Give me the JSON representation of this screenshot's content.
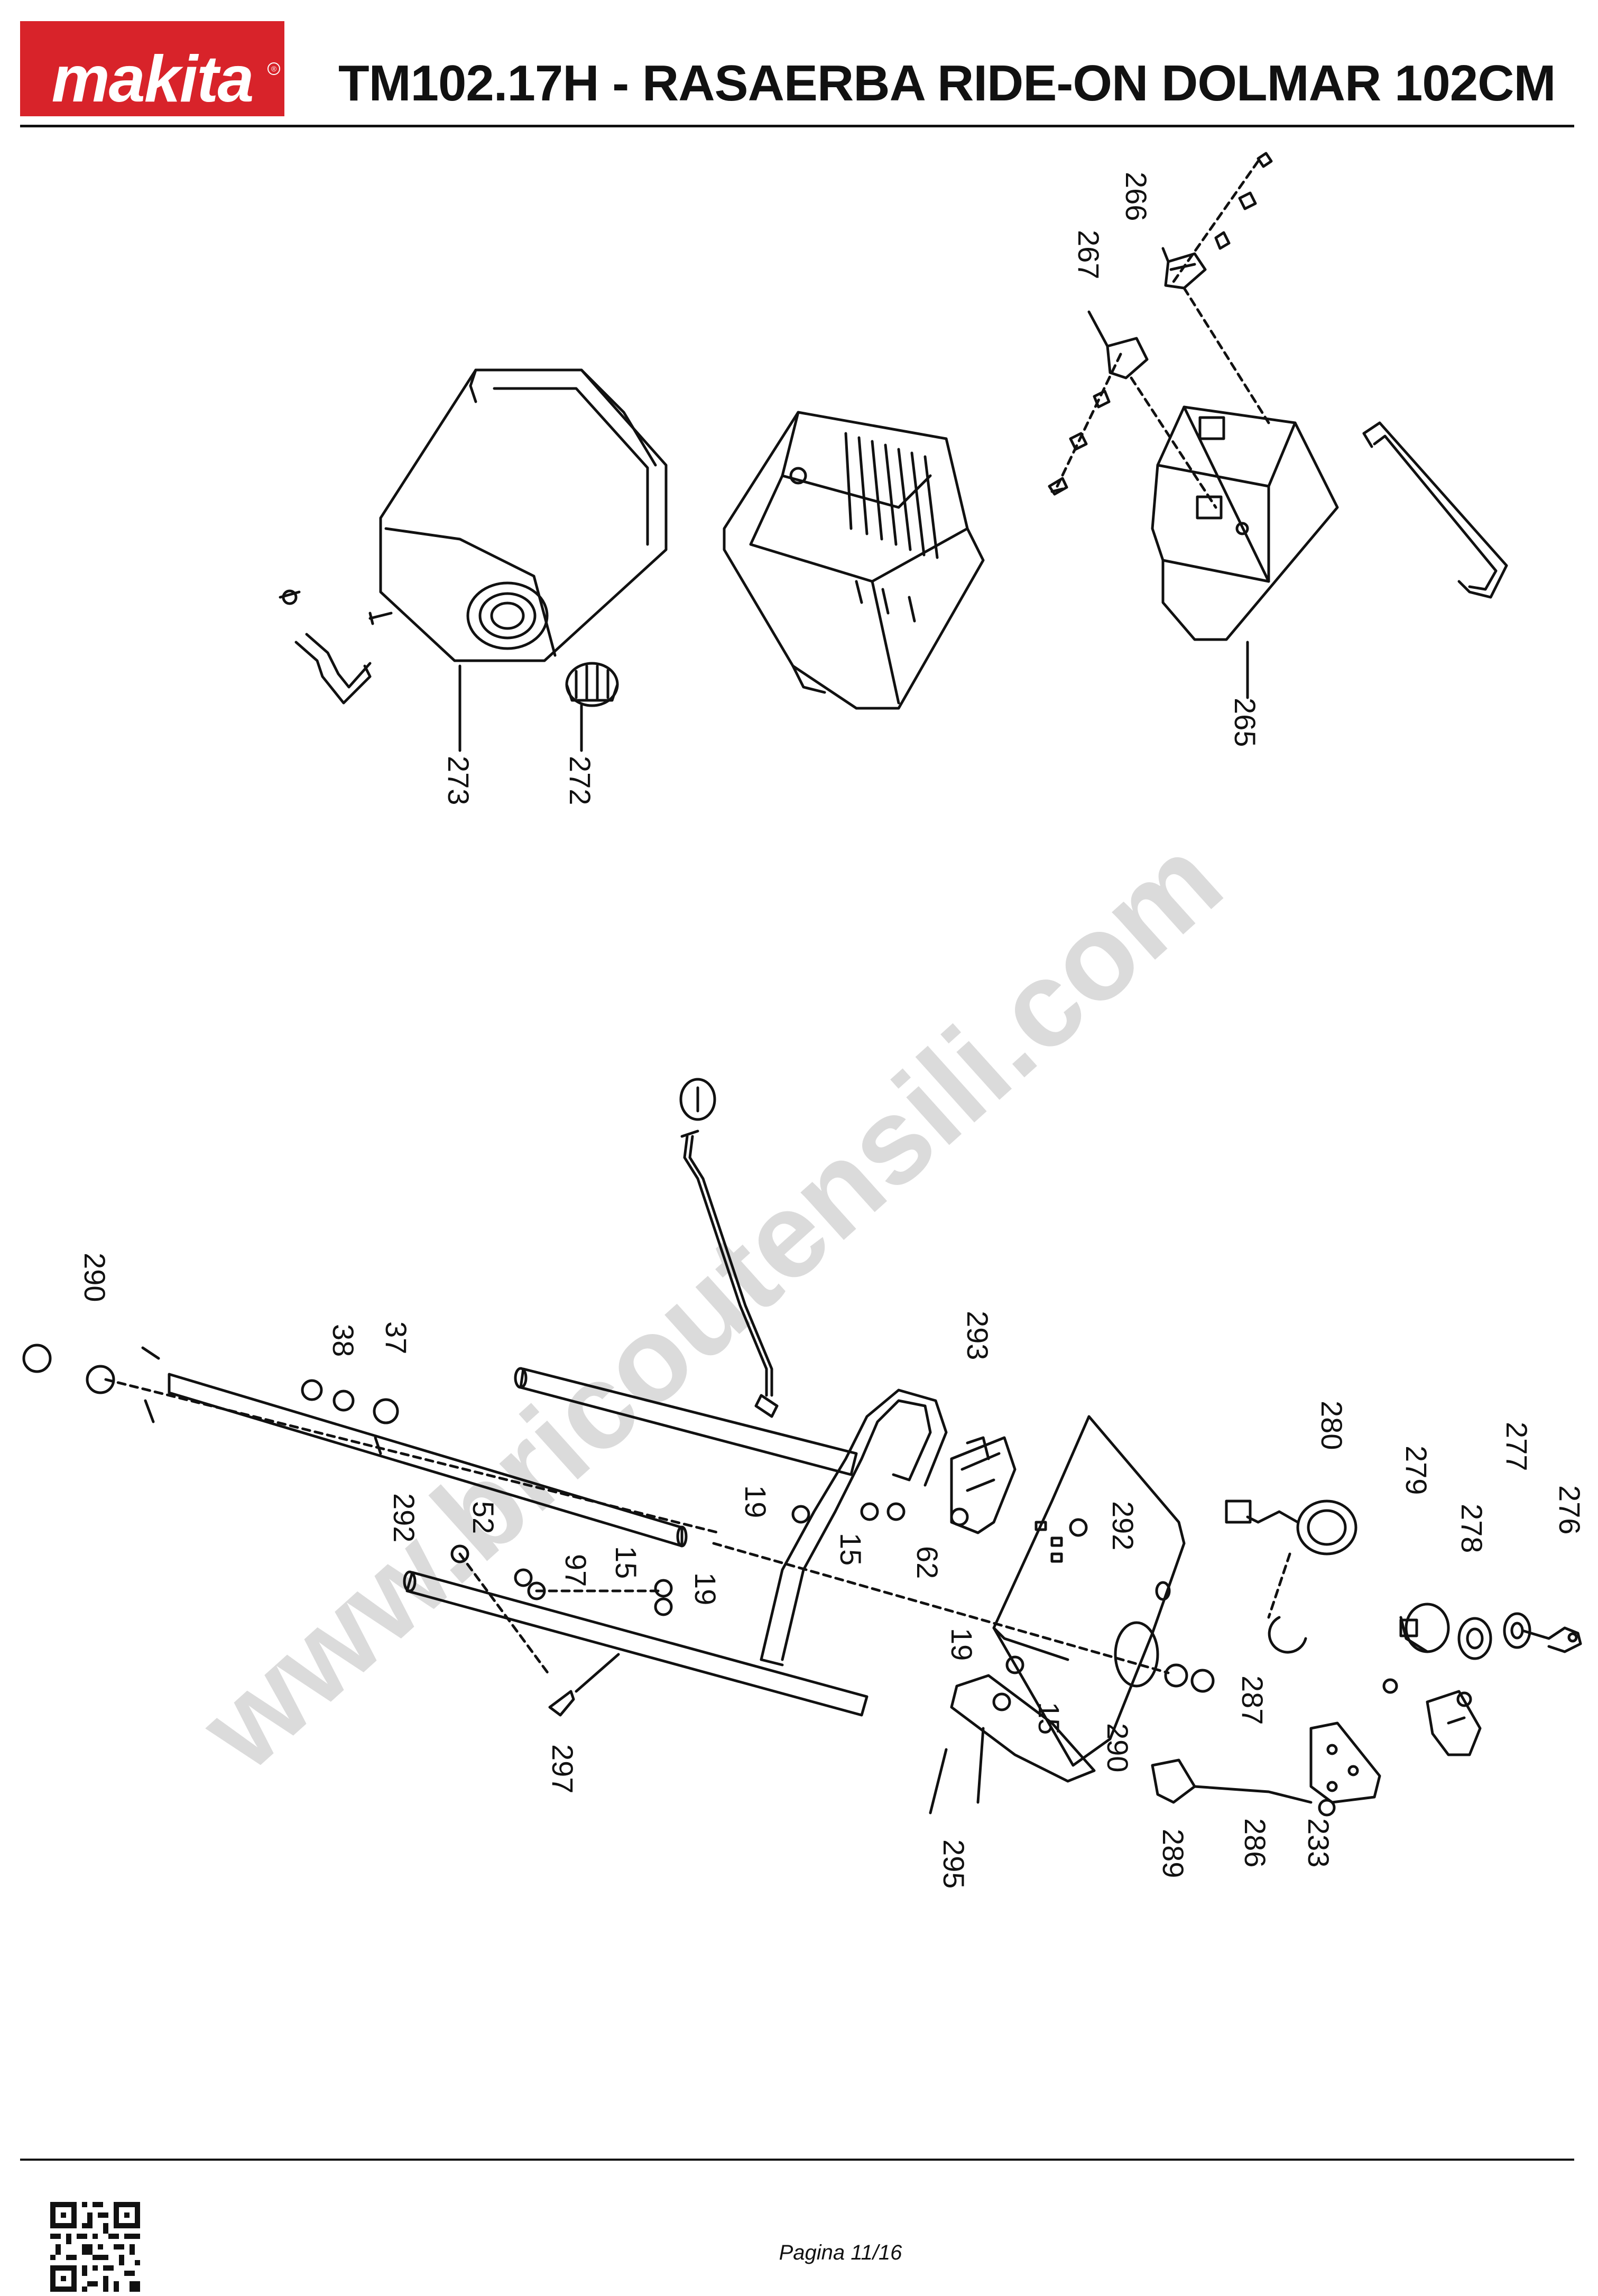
{
  "header": {
    "brand": "makita",
    "title": "TM102.17H - RASAERBA RIDE-ON DOLMAR 102CM"
  },
  "watermark": "www.bricoutensili.com",
  "labels": {
    "p266": "266",
    "p267": "267",
    "p265": "265",
    "p273": "273",
    "p272": "272",
    "p290a": "290",
    "p38": "38",
    "p37": "37",
    "p293": "293",
    "p280": "280",
    "p279": "279",
    "p277": "277",
    "p276": "276",
    "p278": "278",
    "p292a": "292",
    "p52": "52",
    "p97": "97",
    "p15a": "15",
    "p19a": "19",
    "p19b": "19",
    "p15b": "15",
    "p62": "62",
    "p292b": "292",
    "p19c": "19",
    "p15c": "15",
    "p290b": "290",
    "p287": "287",
    "p297": "297",
    "p295": "295",
    "p289": "289",
    "p286": "286",
    "p233": "233"
  },
  "footer": {
    "page": "Pagina 11/16"
  }
}
